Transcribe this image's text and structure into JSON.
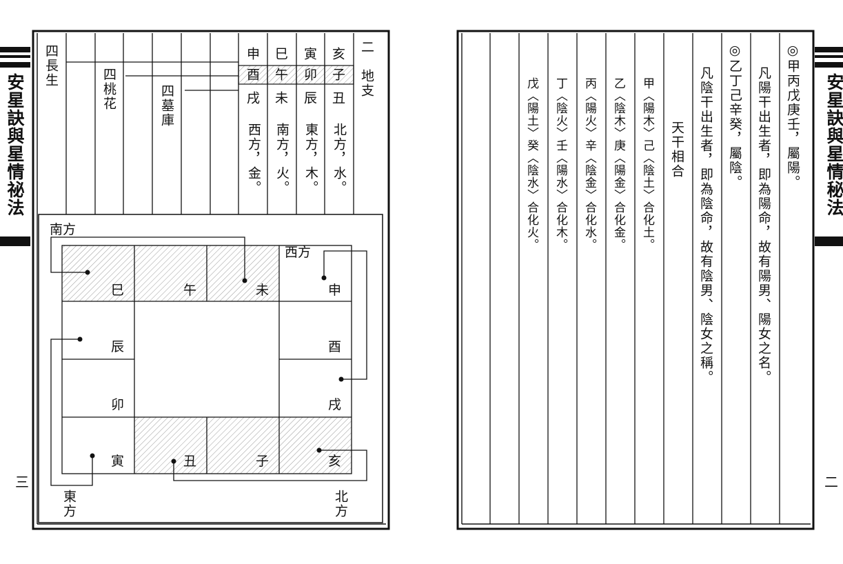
{
  "left_page": {
    "spine_title": "安星訣與星情祕法",
    "page_number": "三",
    "branch_table": {
      "header": "二　地支",
      "rows": [
        {
          "top": "亥",
          "mid": "子",
          "bot": "丑",
          "desc": "北方，水。"
        },
        {
          "top": "寅",
          "mid": "卯",
          "bot": "辰",
          "desc": "東方，木。"
        },
        {
          "top": "巳",
          "mid": "午",
          "bot": "未",
          "desc": "南方，火。"
        },
        {
          "top": "申",
          "mid": "酉",
          "bot": "戌",
          "desc": "西方，金。"
        }
      ],
      "groups": [
        "四墓庫",
        "四桃花",
        "四長生"
      ]
    },
    "chart": {
      "directions": {
        "south": "南方",
        "west": "西方",
        "east": "東方",
        "north": "北方"
      },
      "cells": [
        "巳",
        "午",
        "未",
        "申",
        "辰",
        "酉",
        "卯",
        "戌",
        "寅",
        "丑",
        "子",
        "亥"
      ]
    }
  },
  "right_page": {
    "spine_title": "安星訣與星情秘法",
    "page_number": "二",
    "lines": [
      "◎甲丙戊庚壬，屬陽。",
      "凡陽干出生者，即為陽命，故有陽男、陽女之名。",
      "◎乙丁己辛癸，屬陰。",
      "凡陰干出生者，即為陰命，故有陰男、陰女之稱。",
      "天干相合",
      "甲〈陽木〉己〈陰土〉合化土。",
      "乙〈陰木〉庚〈陽金〉合化金。",
      "丙〈陽火〉辛〈陰金〉合化水。",
      "丁〈陰火〉壬〈陽水〉合化木。",
      "戊〈陽土〉癸〈陰水〉合化火。"
    ]
  }
}
